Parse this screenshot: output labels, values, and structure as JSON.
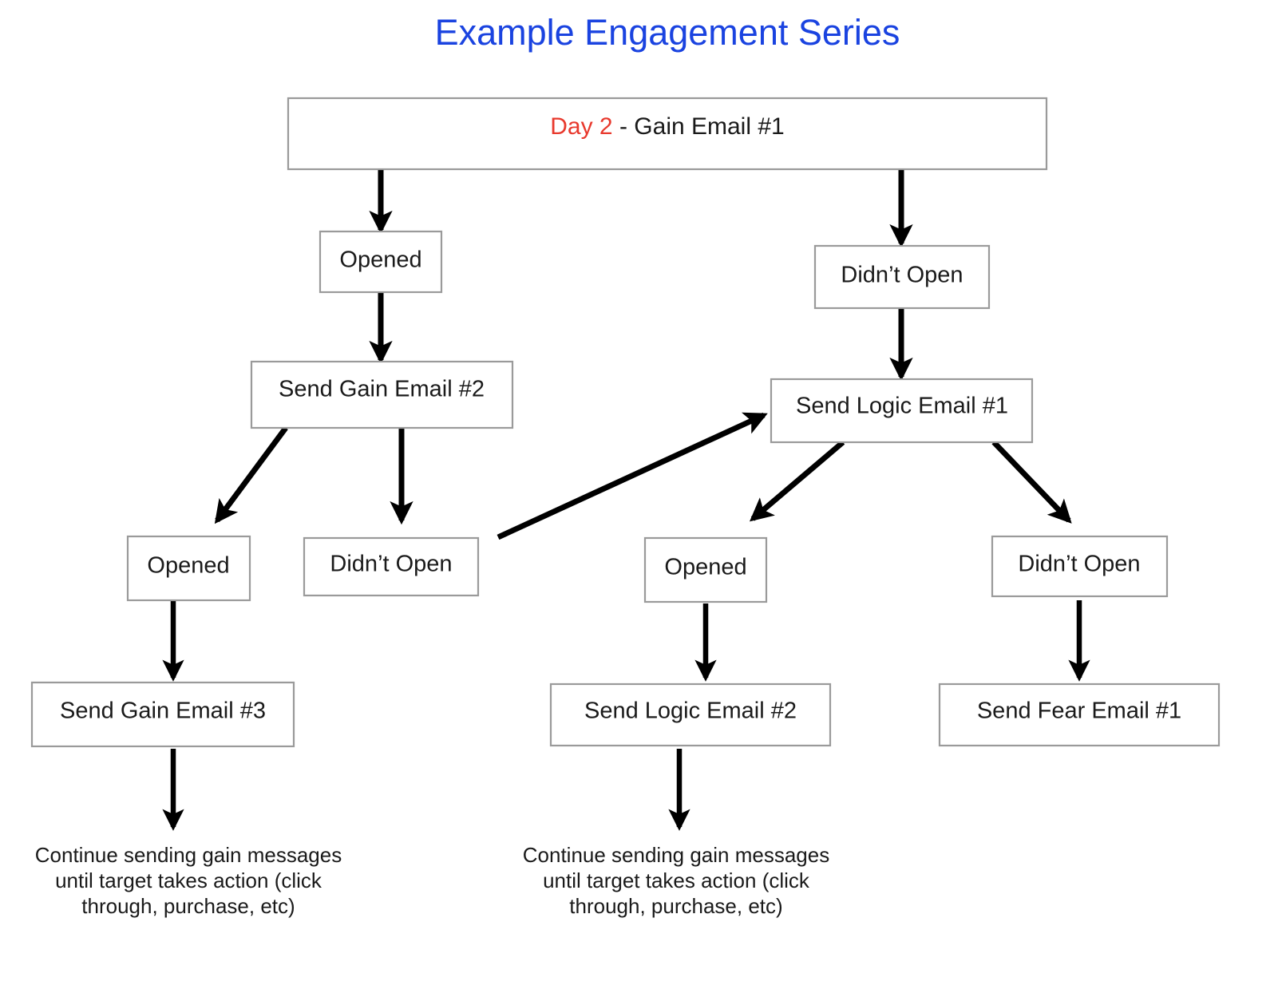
{
  "title": "Example Engagement Series",
  "title_color": "#1a43e0",
  "accent_color": "#e8392d",
  "border_color": "#9a9a9a",
  "text_color": "#1a1a1a",
  "nodes": {
    "root": {
      "prefix": "Day 2",
      "separator": " - ",
      "label": "Gain Email #1"
    },
    "gain_opened_1": {
      "label": "Opened"
    },
    "gain_didnt_open_1": {
      "label": "Didn’t Open"
    },
    "send_gain_2": {
      "label": "Send Gain Email #2"
    },
    "send_logic_1": {
      "label": "Send Logic Email #1"
    },
    "gain_opened_2": {
      "label": "Opened"
    },
    "gain_didnt_open_2": {
      "label": "Didn’t Open"
    },
    "logic_opened": {
      "label": "Opened"
    },
    "logic_didnt_open": {
      "label": "Didn’t Open"
    },
    "send_gain_3": {
      "label": "Send Gain Email #3"
    },
    "send_logic_2": {
      "label": "Send Logic Email #2"
    },
    "send_fear_1": {
      "label": "Send Fear Email #1"
    }
  },
  "notes": {
    "gain_continue": {
      "line1": "Continue sending gain messages",
      "line2": "until target takes action (click",
      "line3": "through, purchase, etc)"
    },
    "logic_continue": {
      "line1": "Continue sending gain messages",
      "line2": "until target takes action (click",
      "line3": "through, purchase, etc)"
    }
  }
}
